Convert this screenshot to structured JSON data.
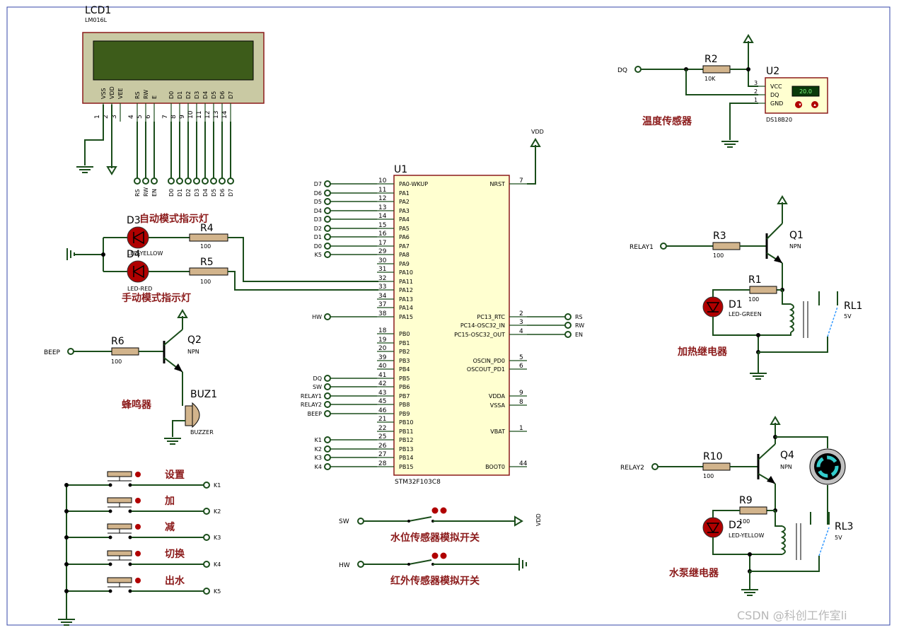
{
  "lcd": {
    "ref": "LCD1",
    "part": "LM016L",
    "pins": [
      {
        "name": "VSS",
        "num": "1"
      },
      {
        "name": "VDD",
        "num": "2"
      },
      {
        "name": "VEE",
        "num": "3"
      },
      {
        "name": "RS",
        "num": "4"
      },
      {
        "name": "RW",
        "num": "5"
      },
      {
        "name": "E",
        "num": "6"
      },
      {
        "name": "D0",
        "num": "7"
      },
      {
        "name": "D1",
        "num": "8"
      },
      {
        "name": "D2",
        "num": "9"
      },
      {
        "name": "D3",
        "num": "10"
      },
      {
        "name": "D4",
        "num": "11"
      },
      {
        "name": "D5",
        "num": "12"
      },
      {
        "name": "D6",
        "num": "13"
      },
      {
        "name": "D7",
        "num": "14"
      }
    ],
    "terminals": [
      "RS",
      "RW",
      "EN",
      "D0",
      "D1",
      "D2",
      "D3",
      "D4",
      "D5",
      "D6",
      "D7"
    ]
  },
  "mcu": {
    "ref": "U1",
    "part": "STM32F103C8",
    "left_pins": [
      {
        "name": "PA0-WKUP",
        "num": "10",
        "net": "D7"
      },
      {
        "name": "PA1",
        "num": "11",
        "net": "D6"
      },
      {
        "name": "PA2",
        "num": "12",
        "net": "D5"
      },
      {
        "name": "PA3",
        "num": "13",
        "net": "D4"
      },
      {
        "name": "PA4",
        "num": "14",
        "net": "D3"
      },
      {
        "name": "PA5",
        "num": "15",
        "net": "D2"
      },
      {
        "name": "PA6",
        "num": "16",
        "net": "D1"
      },
      {
        "name": "PA7",
        "num": "17",
        "net": "D0"
      },
      {
        "name": "PA8",
        "num": "29",
        "net": "K5"
      },
      {
        "name": "PA9",
        "num": "30",
        "net": ""
      },
      {
        "name": "PA10",
        "num": "31",
        "net": ""
      },
      {
        "name": "PA11",
        "num": "32",
        "net": ""
      },
      {
        "name": "PA12",
        "num": "33",
        "net": ""
      },
      {
        "name": "PA13",
        "num": "34",
        "net": ""
      },
      {
        "name": "PA14",
        "num": "37",
        "net": ""
      },
      {
        "name": "PA15",
        "num": "38",
        "net": "HW"
      },
      {
        "name": "PB0",
        "num": "18",
        "net": ""
      },
      {
        "name": "PB1",
        "num": "19",
        "net": ""
      },
      {
        "name": "PB2",
        "num": "20",
        "net": ""
      },
      {
        "name": "PB3",
        "num": "39",
        "net": ""
      },
      {
        "name": "PB4",
        "num": "40",
        "net": ""
      },
      {
        "name": "PB5",
        "num": "41",
        "net": "DQ"
      },
      {
        "name": "PB6",
        "num": "42",
        "net": "SW"
      },
      {
        "name": "PB7",
        "num": "43",
        "net": "RELAY1"
      },
      {
        "name": "PB8",
        "num": "45",
        "net": "RELAY2"
      },
      {
        "name": "PB9",
        "num": "46",
        "net": "BEEP"
      },
      {
        "name": "PB10",
        "num": "21",
        "net": ""
      },
      {
        "name": "PB11",
        "num": "22",
        "net": ""
      },
      {
        "name": "PB12",
        "num": "25",
        "net": "K1"
      },
      {
        "name": "PB13",
        "num": "26",
        "net": "K2"
      },
      {
        "name": "PB14",
        "num": "27",
        "net": "K3"
      },
      {
        "name": "PB15",
        "num": "28",
        "net": "K4"
      }
    ],
    "right_pins": [
      {
        "name": "NRST",
        "num": "7",
        "net": ""
      },
      {
        "name": "PC13_RTC",
        "num": "2",
        "net": "RS"
      },
      {
        "name": "PC14-OSC32_IN",
        "num": "3",
        "net": "RW"
      },
      {
        "name": "PC15-OSC32_OUT",
        "num": "4",
        "net": "EN"
      },
      {
        "name": "OSCIN_PD0",
        "num": "5",
        "net": ""
      },
      {
        "name": "OSCOUT_PD1",
        "num": "6",
        "net": ""
      },
      {
        "name": "VDDA",
        "num": "9",
        "net": ""
      },
      {
        "name": "VSSA",
        "num": "8",
        "net": ""
      },
      {
        "name": "VBAT",
        "num": "1",
        "net": ""
      },
      {
        "name": "BOOT0",
        "num": "44",
        "net": ""
      }
    ],
    "vdd": "VDD"
  },
  "leds": {
    "d3": {
      "ref": "D3",
      "part": "LED-YELLOW",
      "caption": "自动模式指示灯"
    },
    "d4": {
      "ref": "D4",
      "part": "LED-RED",
      "caption": "手动模式指示灯"
    },
    "r4": {
      "ref": "R4",
      "value": "100"
    },
    "r5": {
      "ref": "R5",
      "value": "100"
    }
  },
  "buzzer": {
    "net": "BEEP",
    "r6": {
      "ref": "R6",
      "value": "100"
    },
    "q2": {
      "ref": "Q2",
      "type": "NPN"
    },
    "buz": {
      "ref": "BUZ1",
      "part": "BUZZER"
    },
    "caption": "蜂鸣器"
  },
  "keys": [
    {
      "caption": "设置",
      "net": "K1"
    },
    {
      "caption": "加",
      "net": "K2"
    },
    {
      "caption": "减",
      "net": "K3"
    },
    {
      "caption": "切换",
      "net": "K4"
    },
    {
      "caption": "出水",
      "net": "K5"
    }
  ],
  "switches": {
    "water": {
      "net": "SW",
      "to": "VDD",
      "caption": "水位传感器模拟开关"
    },
    "ir": {
      "net": "HW",
      "caption": "红外传感器模拟开关"
    }
  },
  "temp": {
    "net": "DQ",
    "r2": {
      "ref": "R2",
      "value": "10K"
    },
    "u2": {
      "ref": "U2",
      "part": "DS18B20",
      "display": "20.0",
      "pins": [
        {
          "name": "VCC",
          "num": "3"
        },
        {
          "name": "DQ",
          "num": "2"
        },
        {
          "name": "GND",
          "num": "1"
        }
      ]
    },
    "caption": "温度传感器"
  },
  "heat_relay": {
    "net": "RELAY1",
    "r3": {
      "ref": "R3",
      "value": "100"
    },
    "q1": {
      "ref": "Q1",
      "type": "NPN"
    },
    "r1": {
      "ref": "R1",
      "value": "100"
    },
    "d1": {
      "ref": "D1",
      "part": "LED-GREEN"
    },
    "rl": {
      "ref": "RL1",
      "value": "5V"
    },
    "caption": "加热继电器"
  },
  "pump_relay": {
    "net": "RELAY2",
    "r10": {
      "ref": "R10",
      "value": "100"
    },
    "q4": {
      "ref": "Q4",
      "type": "NPN"
    },
    "r9": {
      "ref": "R9",
      "value": "100"
    },
    "d2": {
      "ref": "D2",
      "part": "LED-YELLOW"
    },
    "rl": {
      "ref": "RL3",
      "value": "5V"
    },
    "caption": "水泵继电器"
  },
  "watermark": "CSDN @科创工作室li",
  "colors": {
    "wire": "#1a4d1a",
    "chip_fill": "#ffffd0",
    "chip_stroke": "#8b1a1a",
    "lcd_screen": "#3d5c1a",
    "lcd_frame": "#c9c9a3",
    "led_red": "#b00000",
    "caption": "#8b1a1a"
  }
}
